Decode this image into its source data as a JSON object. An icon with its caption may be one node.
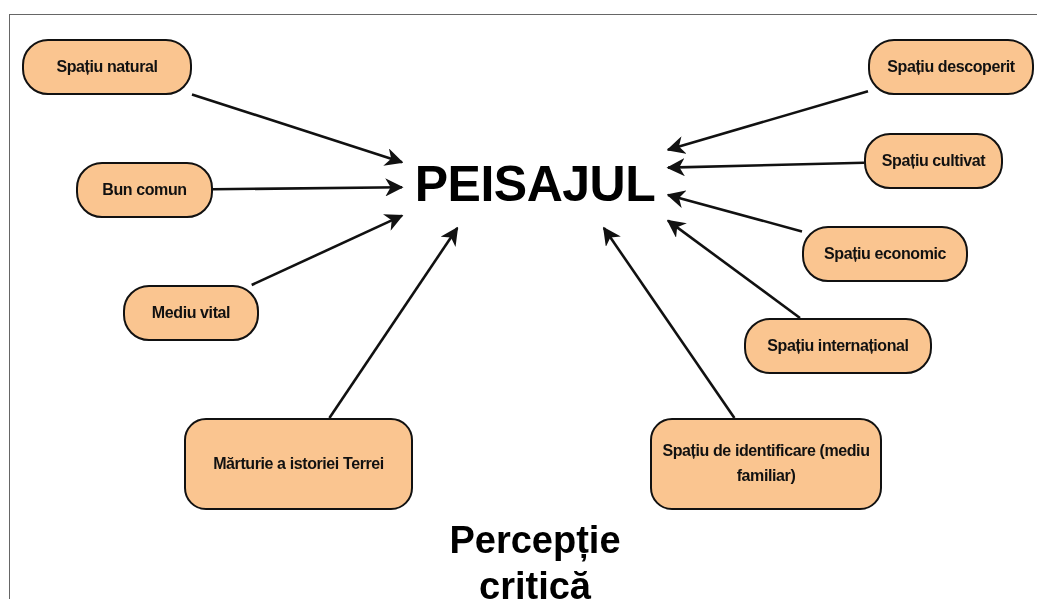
{
  "diagram": {
    "nodes": [
      {
        "text": [
          "PEISAJUL"
        ]
      },
      {
        "text": [
          "Spațiu natural"
        ]
      },
      {
        "text": [
          "Bun comun"
        ]
      },
      {
        "text": [
          "Mediu vital"
        ]
      },
      {
        "text": [
          "Mărturie a istoriei Terrei"
        ]
      },
      {
        "text": [
          "Spațiu de identificare (mediu familiar)"
        ]
      },
      {
        "text": [
          "Spațiu internațional"
        ]
      },
      {
        "text": [
          "Spațiu economic"
        ]
      },
      {
        "text": [
          "Spațiu cultivat"
        ]
      },
      {
        "text": [
          "Spațiu descoperit"
        ]
      }
    ],
    "edges": [
      {
        "from": 1,
        "to": 0,
        "arrow": "to"
      },
      {
        "from": 2,
        "to": 0,
        "arrow": "to"
      },
      {
        "from": 3,
        "to": 0,
        "arrow": "to"
      },
      {
        "from": 4,
        "to": 0,
        "arrow": "to"
      },
      {
        "from": 5,
        "to": 0,
        "arrow": "to"
      },
      {
        "from": 6,
        "to": 0,
        "arrow": "to"
      },
      {
        "from": 7,
        "to": 0,
        "arrow": "to"
      },
      {
        "from": 8,
        "to": 0,
        "arrow": "to"
      },
      {
        "from": 9,
        "to": 0,
        "arrow": "to"
      }
    ],
    "labels": [
      "Percepție critică"
    ]
  }
}
